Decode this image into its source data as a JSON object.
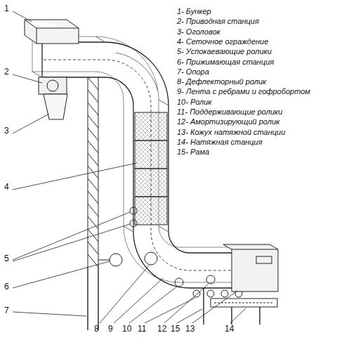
{
  "diagram": {
    "labels": [
      "1",
      "2",
      "3",
      "4",
      "5",
      "6",
      "7",
      "8",
      "9",
      "10",
      "11",
      "12",
      "13",
      "14",
      "15",
      "1- Бункер",
      "2- Приводная станция",
      "3- Оголовок",
      "4- Сеточное ограждение",
      "5- Успокаевающие ролики",
      "6- Прижимающая станция",
      "7- Опора",
      "8- Дефлекторный ролик",
      "9- Лента с ребрами и гофробортом",
      "10- Ролик",
      "11- Поддерживающие ролики",
      "12- Амортизирующий ролик",
      "13- Кожух натяжной станции",
      "14- Натяжная станция",
      "15- Рама"
    ]
  }
}
